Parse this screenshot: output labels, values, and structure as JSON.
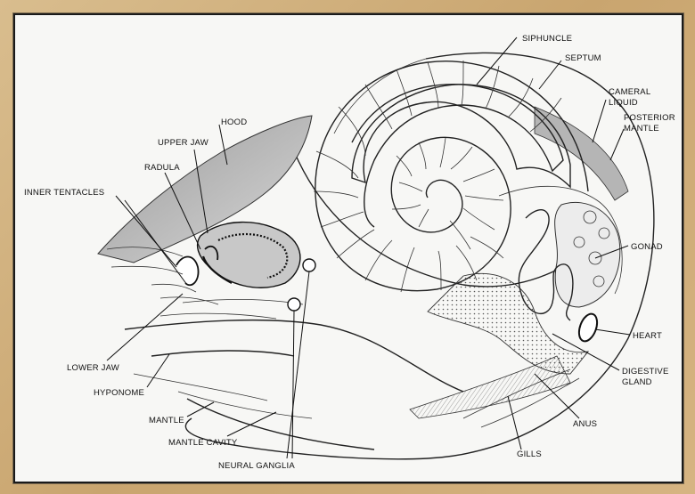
{
  "labels": {
    "siphuncle": "SIPHUNCLE",
    "septum": "SEPTUM",
    "cameral_1": "CAMERAL",
    "cameral_2": "LIQUID",
    "posterior_1": "POSTERIOR",
    "posterior_2": "MANTLE",
    "hood": "HOOD",
    "upper_jaw": "UPPER JAW",
    "radula": "RADULA",
    "inner_tentacles": "INNER TENTACLES",
    "gonad": "GONAD",
    "heart": "HEART",
    "digestive_1": "DIGESTIVE",
    "digestive_2": "GLAND",
    "anus": "ANUS",
    "gills": "GILLS",
    "lower_jaw": "LOWER JAW",
    "hyponome": "HYPONOME",
    "mantle": "MANTLE",
    "mantle_cavity": "MANTLE CAVITY",
    "neural_ganglia": "NEURAL GANGLIA"
  },
  "colors": {
    "frame": "#d1ae7a",
    "paper": "#f7f7f5",
    "ink": "#111111",
    "shade": "#b9b9b9"
  }
}
